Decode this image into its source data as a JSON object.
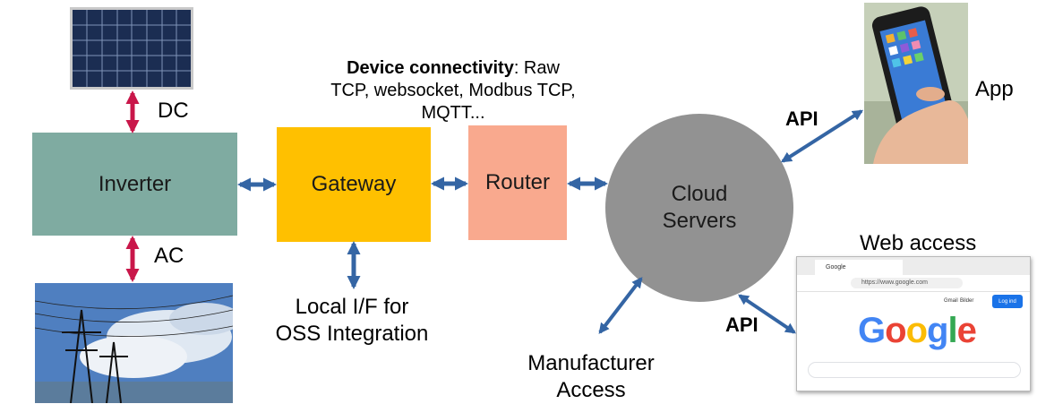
{
  "diagram": {
    "nodes": {
      "inverter": "Inverter",
      "gateway": "Gateway",
      "router": "Router",
      "cloud_line1": "Cloud",
      "cloud_line2": "Servers"
    },
    "labels": {
      "dc": "DC",
      "ac": "AC",
      "app": "App",
      "web_access": "Web access",
      "api_top": "API",
      "api_bottom": "API",
      "local_if_line1": "Local I/F for",
      "local_if_line2": "OSS Integration",
      "manufacturer_line1": "Manufacturer",
      "manufacturer_line2": "Access",
      "connectivity_bold": "Device connectivity",
      "connectivity_line1_rest": ": Raw",
      "connectivity_line2": "TCP, websocket, Modbus TCP,",
      "connectivity_line3": "MQTT..."
    },
    "browser": {
      "tab_title": "Google",
      "url": "https://www.google.com",
      "gmail": "Gmail",
      "images": "Bilder",
      "login_button": "Log ind",
      "logo": "Google"
    },
    "colors": {
      "inverter": "#7faba1",
      "gateway": "#ffc000",
      "router": "#f9a98e",
      "cloud": "#929292",
      "arrow_blue": "#3465a4",
      "arrow_red": "#c9174a"
    }
  }
}
